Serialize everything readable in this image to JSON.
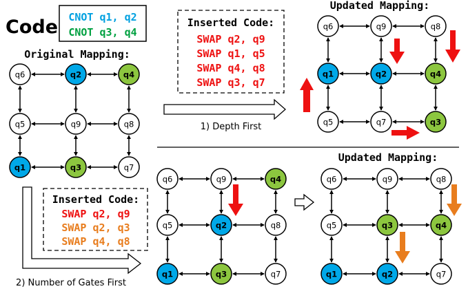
{
  "code": {
    "label": "Code:",
    "lines": [
      {
        "text": "CNOT q1, q2",
        "color": "#00a0e0"
      },
      {
        "text": "CNOT q3, q4",
        "color": "#00a040"
      }
    ]
  },
  "colors": {
    "blue_node": "#00a8e8",
    "green_node": "#8cc63f",
    "white_node": "#ffffff",
    "red_arrow": "#ee1111",
    "orange_arrow": "#e87d1e",
    "red_text": "#ee1111",
    "orange_text": "#e87d1e"
  },
  "original": {
    "title": "Original Mapping:",
    "nodes": [
      {
        "id": "q6",
        "fill": "white"
      },
      {
        "id": "q2",
        "fill": "blue"
      },
      {
        "id": "q4",
        "fill": "green"
      },
      {
        "id": "q5",
        "fill": "white"
      },
      {
        "id": "q9",
        "fill": "white"
      },
      {
        "id": "q8",
        "fill": "white"
      },
      {
        "id": "q1",
        "fill": "blue"
      },
      {
        "id": "q3",
        "fill": "green"
      },
      {
        "id": "q7",
        "fill": "white"
      }
    ]
  },
  "depth_first": {
    "code_title": "Inserted Code:",
    "code_lines": [
      {
        "text": "SWAP q2, q9",
        "color": "red"
      },
      {
        "text": "SWAP q1, q5",
        "color": "red"
      },
      {
        "text": "SWAP q4, q8",
        "color": "red"
      },
      {
        "text": "SWAP q3, q7",
        "color": "red"
      }
    ],
    "strategy_label": "1) Depth First",
    "result_title": "Updated Mapping:",
    "result_nodes": [
      {
        "id": "q6",
        "fill": "white"
      },
      {
        "id": "q9",
        "fill": "white"
      },
      {
        "id": "q8",
        "fill": "white"
      },
      {
        "id": "q1",
        "fill": "blue"
      },
      {
        "id": "q2",
        "fill": "blue"
      },
      {
        "id": "q4",
        "fill": "green"
      },
      {
        "id": "q5",
        "fill": "white"
      },
      {
        "id": "q7",
        "fill": "white"
      },
      {
        "id": "q3",
        "fill": "green"
      }
    ]
  },
  "gates_first": {
    "code_title": "Inserted Code:",
    "code_lines": [
      {
        "text": "SWAP q2, q9",
        "color": "red"
      },
      {
        "text": "SWAP q2, q3",
        "color": "orange"
      },
      {
        "text": "SWAP q4, q8",
        "color": "orange"
      }
    ],
    "strategy_label": "2) Number of Gates First",
    "intermediate_nodes": [
      {
        "id": "q6",
        "fill": "white"
      },
      {
        "id": "q9",
        "fill": "white"
      },
      {
        "id": "q4",
        "fill": "green"
      },
      {
        "id": "q5",
        "fill": "white"
      },
      {
        "id": "q2",
        "fill": "blue"
      },
      {
        "id": "q8",
        "fill": "white"
      },
      {
        "id": "q1",
        "fill": "blue"
      },
      {
        "id": "q3",
        "fill": "green"
      },
      {
        "id": "q7",
        "fill": "white"
      }
    ],
    "result_title": "Updated Mapping:",
    "result_nodes": [
      {
        "id": "q6",
        "fill": "white"
      },
      {
        "id": "q9",
        "fill": "white"
      },
      {
        "id": "q8",
        "fill": "white"
      },
      {
        "id": "q5",
        "fill": "white"
      },
      {
        "id": "q3",
        "fill": "green"
      },
      {
        "id": "q4",
        "fill": "green"
      },
      {
        "id": "q1",
        "fill": "blue"
      },
      {
        "id": "q2",
        "fill": "blue"
      },
      {
        "id": "q7",
        "fill": "white"
      }
    ]
  }
}
